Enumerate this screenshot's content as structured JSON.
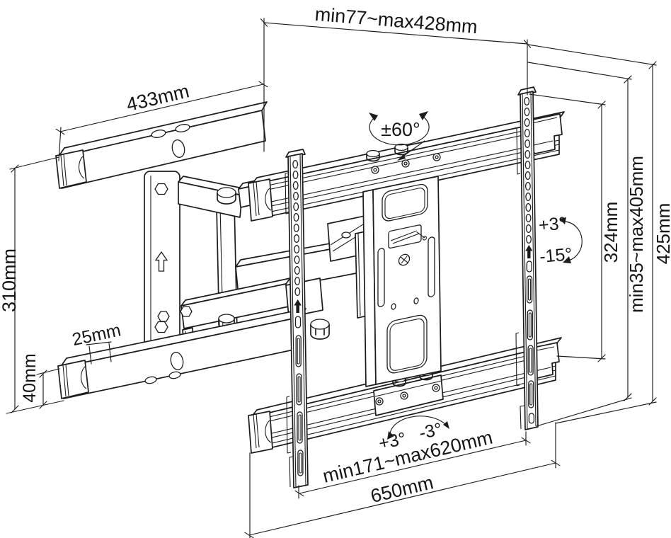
{
  "diagram": {
    "type": "technical-drawing",
    "subject": "Full-motion TV wall mount dimensional diagram",
    "colors": {
      "line": "#1c1c1c",
      "background": "#ffffff"
    },
    "labels": {
      "top_width": "min77~max428mm",
      "arm_length": "433mm",
      "swivel": "±60°",
      "wall_plate_height": "310mm",
      "arm_top_width": "25mm",
      "arm_end_height": "40mm",
      "tilt_up": "+3°",
      "tilt_down": "-15°",
      "rail_vertical_spacing": "324mm",
      "vesa_height_range": "min35~max405mm",
      "bracket_height": "425mm",
      "level_adjust_plus": "+3°",
      "level_adjust_minus": "-3°",
      "rail_span_range": "min171~max620mm",
      "rail_length": "650mm"
    }
  }
}
